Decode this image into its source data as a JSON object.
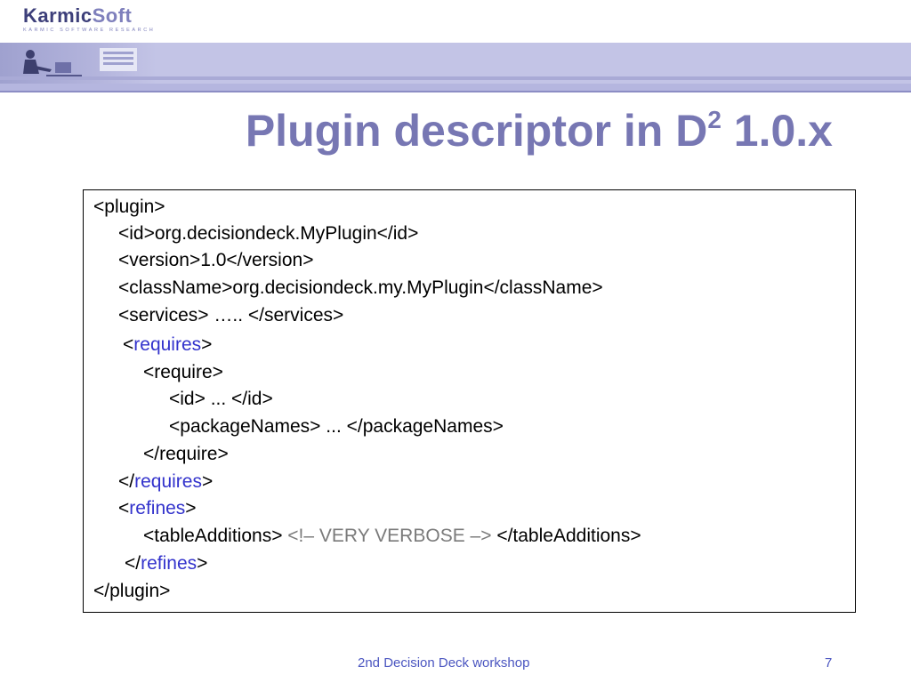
{
  "brand": {
    "name_part1": "Karmic",
    "name_part2": "Soft",
    "tagline": "KARMIC SOFTWARE RESEARCH"
  },
  "slide": {
    "title_main": "Plugin descriptor in D",
    "title_sup": "2",
    "title_end": " 1.0.x"
  },
  "code": {
    "l1": "<plugin>",
    "l2": "<id>org.decisiondeck.MyPlugin</id>",
    "l3": "<version>1.0</version>",
    "l4": "<className>org.decisiondeck.my.MyPlugin</className>",
    "l5": "<services> ….. </services>",
    "l6_open": "<",
    "l6_kw": "requires",
    "l6_close": ">",
    "l7": "<require>",
    "l8": "<id> ... </id>",
    "l9": "<packageNames> ... </packageNames>",
    "l10": "</require>",
    "l11_open": "</",
    "l11_kw": "requires",
    "l11_close": ">",
    "l12_open": "<",
    "l12_kw": "refines",
    "l12_close": ">",
    "l13_open": "<tableAdditions> ",
    "l13_comment": "<!– VERY VERBOSE –>",
    "l13_close": " </tableAdditions>",
    "l14_open": "</",
    "l14_kw": "refines",
    "l14_close": ">",
    "l15": "</plugin>"
  },
  "footer": {
    "text": "2nd Decision Deck workshop",
    "page_number": "7"
  }
}
